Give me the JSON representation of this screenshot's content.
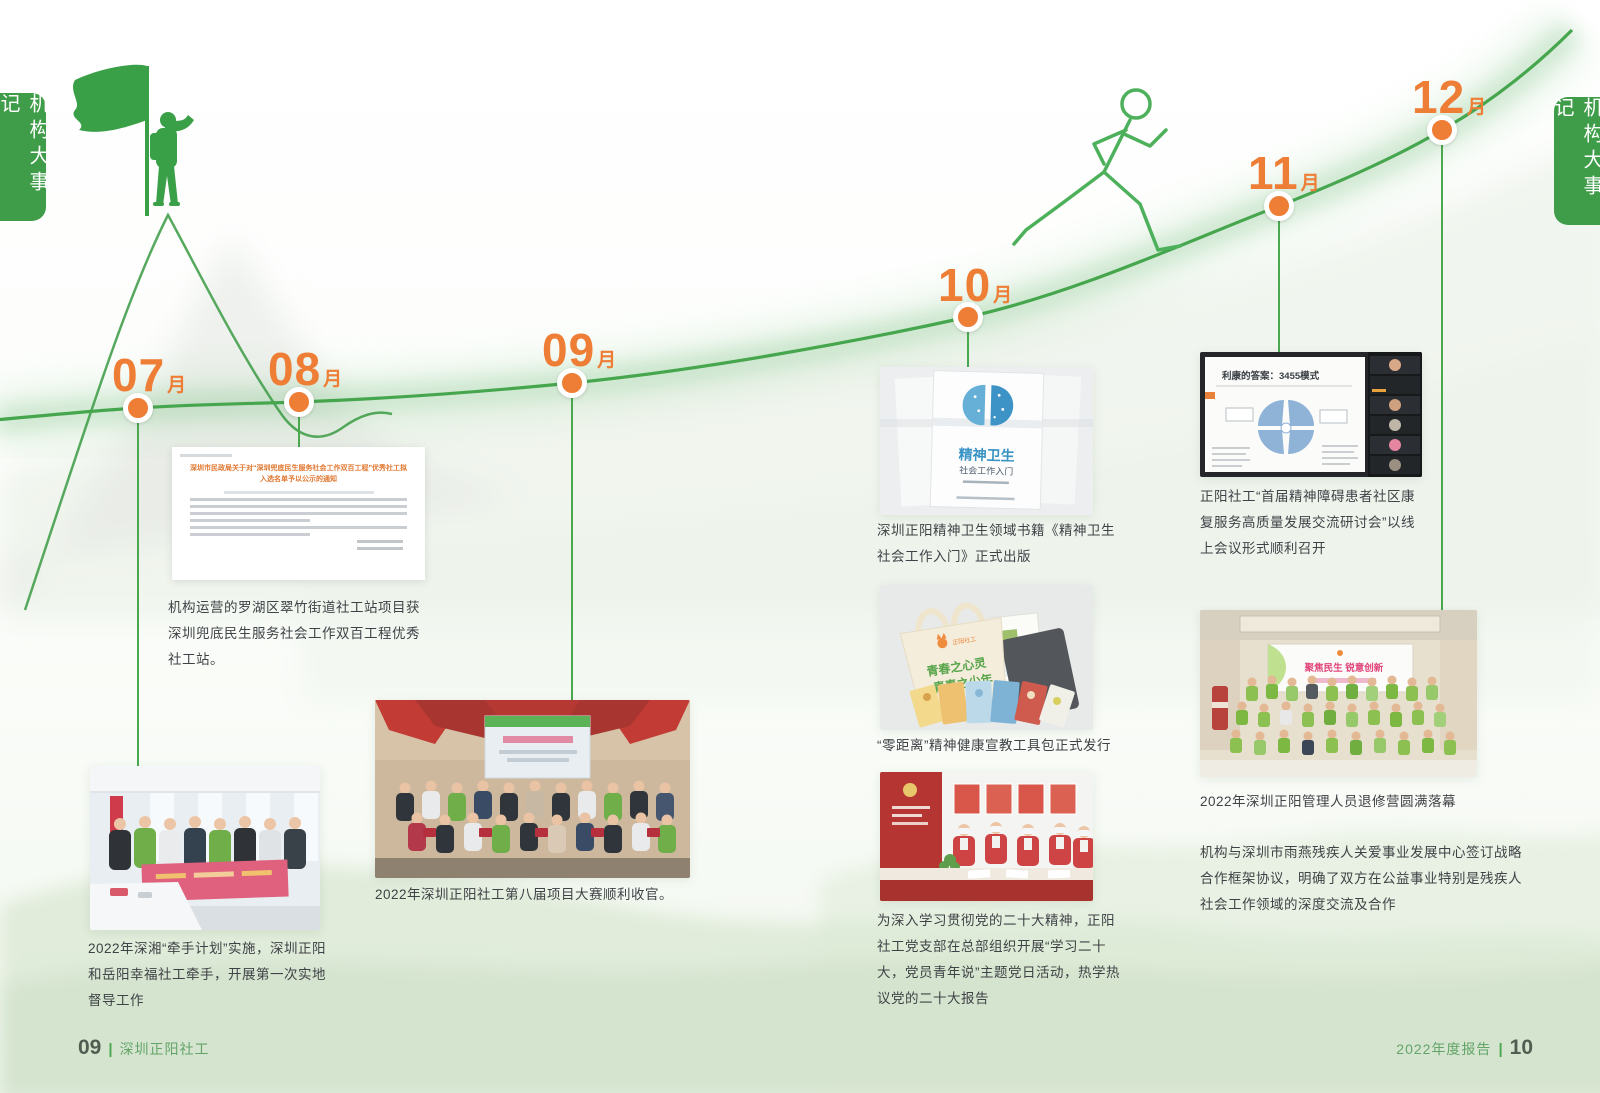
{
  "side_tabs": {
    "left": "机构大事记",
    "right": "机构大事记"
  },
  "colors": {
    "green": "#3f9d49",
    "orange": "#ee7d35"
  },
  "timeline": {
    "months": [
      {
        "num": "07",
        "unit": "月",
        "caption": "2022年深湘“牵手计划”实施，深圳正阳和岳阳幸福社工牵手，开展第一次实地督导工作"
      },
      {
        "num": "08",
        "unit": "月",
        "caption": "机构运营的罗湖区翠竹街道社工站项目获深圳兜底民生服务社会工作双百工程优秀社工站。",
        "doc_title": "深圳市民政局关于对“深圳兜底民生服务社会工作双百工程”优秀社工拟入选名单予以公示的通知"
      },
      {
        "num": "09",
        "unit": "月",
        "caption": "2022年深圳正阳社工第八届项目大赛顺利收官。"
      },
      {
        "num": "10",
        "unit": "月",
        "caption_book": "深圳正阳精神卫生领域书籍《精神卫生社会工作入门》正式出版",
        "caption_kit": "“零距离”精神健康宣教工具包正式发行",
        "caption_party": "为深入学习贯彻党的二十大精神，正阳社工党支部在总部组织开展“学习二十大，党员青年说”主题党日活动，热学热议党的二十大报告",
        "book_title": "精神卫生",
        "book_subtitle": "社会工作入门",
        "bag_line1": "青春之心灵",
        "bag_line2": "青春之少年",
        "bag_logo": "正阳社工"
      },
      {
        "num": "11",
        "unit": "月",
        "caption": "正阳社工“首届精神障碍患者社区康复服务高质量发展交流研讨会”以线上会议形式顺利召开",
        "slide_title": "利康的答案：3455模式"
      },
      {
        "num": "12",
        "unit": "月",
        "caption": "2022年深圳正阳管理人员退修营圆满落幕",
        "paragraph": "机构与深圳市雨燕残疾人关爱事业发展中心签订战略合作框架协议，明确了双方在公益事业特别是残疾人社会工作领域的深度交流及合作",
        "screen_text": "聚焦民生 锐意创新"
      }
    ]
  },
  "footer": {
    "left_page": "09",
    "left_label": "深圳正阳社工",
    "right_label": "2022年度报告",
    "right_page": "10",
    "separator": "|"
  }
}
